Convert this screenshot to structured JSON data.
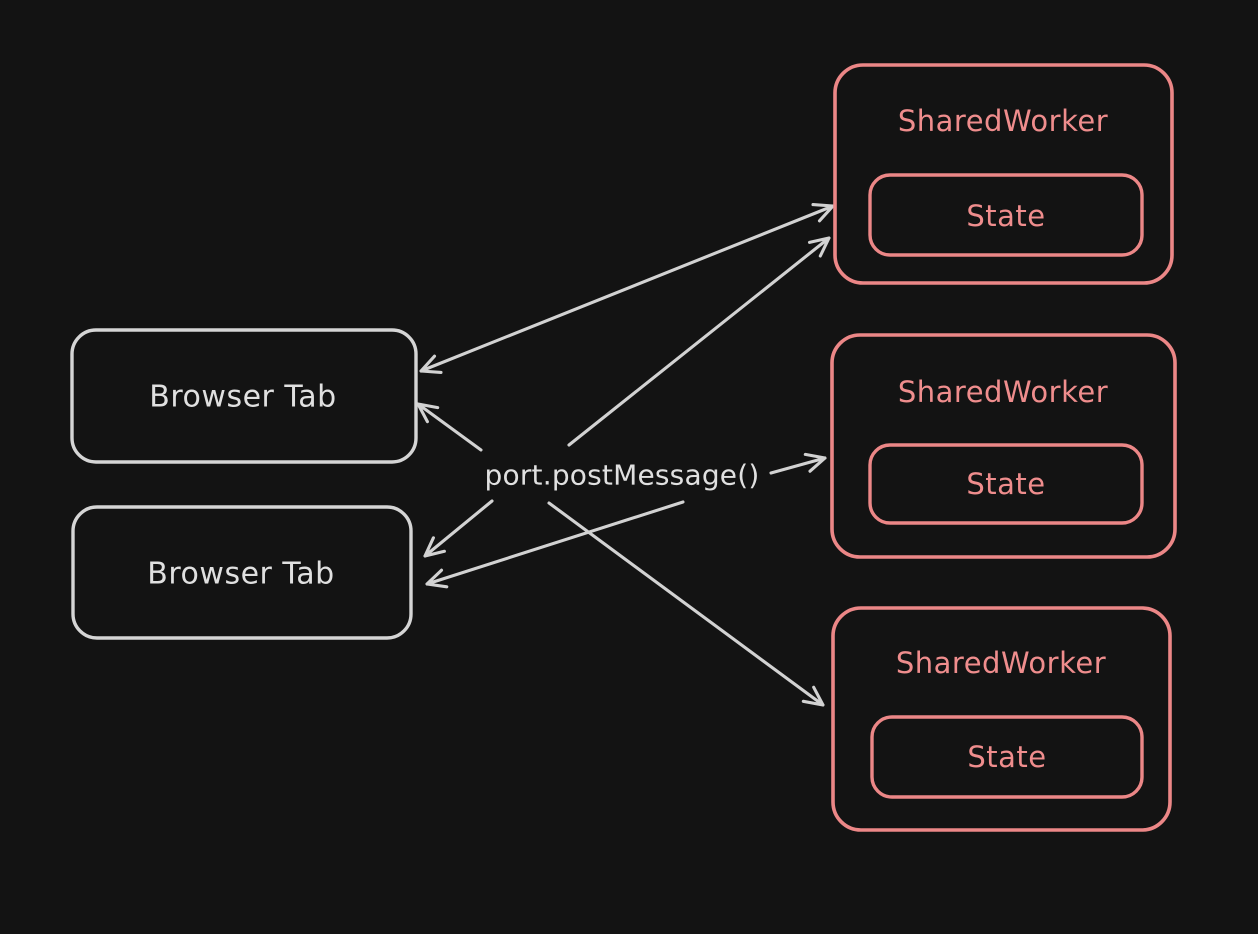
{
  "colors": {
    "background": "#131313",
    "worker_stroke": "#ec8787",
    "worker_text": "#ef8d8d",
    "tab_stroke": "#d5d5d5",
    "arrow_stroke": "#d2d2d2",
    "label_text": "#e0e0e0"
  },
  "diagram": {
    "center_label": "port.postMessage()",
    "tabs": [
      {
        "label": "Browser Tab"
      },
      {
        "label": "Browser Tab"
      }
    ],
    "workers": [
      {
        "label": "SharedWorker",
        "state_label": "State"
      },
      {
        "label": "SharedWorker",
        "state_label": "State"
      },
      {
        "label": "SharedWorker",
        "state_label": "State"
      }
    ],
    "edges": [
      {
        "id": "tab1-worker1",
        "from": "browser-tab-1",
        "to": "shared-worker-1",
        "heads": "both"
      },
      {
        "id": "label-tab1",
        "from": "port-postmessage-label",
        "to": "browser-tab-1",
        "heads": "end"
      },
      {
        "id": "label-worker1",
        "from": "port-postmessage-label",
        "to": "shared-worker-1",
        "heads": "end"
      },
      {
        "id": "label-worker2",
        "from": "port-postmessage-label",
        "to": "shared-worker-2",
        "heads": "end"
      },
      {
        "id": "label-tab2-upper",
        "from": "port-postmessage-label",
        "to": "browser-tab-2",
        "heads": "end"
      },
      {
        "id": "label-tab2-lower",
        "from": "port-postmessage-label",
        "to": "browser-tab-2",
        "heads": "end"
      },
      {
        "id": "label-worker3",
        "from": "port-postmessage-label",
        "to": "shared-worker-3",
        "heads": "end"
      }
    ]
  }
}
